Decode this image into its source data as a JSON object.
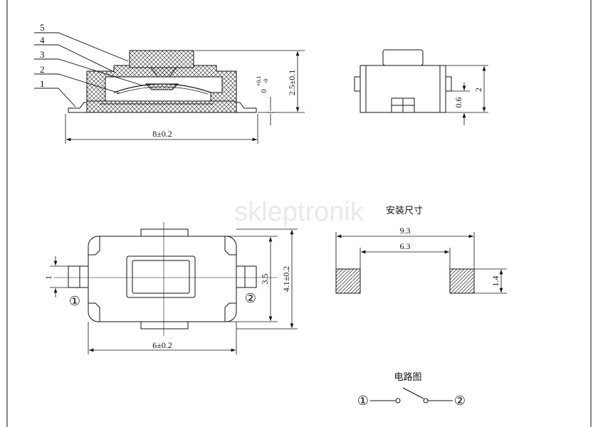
{
  "watermark": "skleptronik",
  "side_view": {
    "callouts": [
      "5",
      "4",
      "3",
      "2",
      "1"
    ],
    "dim_width": "8±0.2",
    "dim_height": "2.5±0.1",
    "dim_travel": "0",
    "dim_travel_plus": "+0.1",
    "dim_travel_minus": "-0"
  },
  "end_view": {
    "dim_height": "2",
    "dim_lead": "0.6"
  },
  "top_view": {
    "dim_width": "6±0.2",
    "dim_inner": "3.5",
    "dim_outer": "4.1±0.2",
    "dim_pin": "1",
    "pin1": "①",
    "pin2": "②"
  },
  "footprint": {
    "title": "安装尺寸",
    "dim_outer": "9.3",
    "dim_inner": "6.3",
    "dim_pad": "1.4"
  },
  "circuit": {
    "title": "电路图",
    "pin1": "①",
    "pin2": "②"
  },
  "colors": {
    "line": "#111111",
    "hatch": "#222222",
    "watermark": "#e9e9e9"
  }
}
